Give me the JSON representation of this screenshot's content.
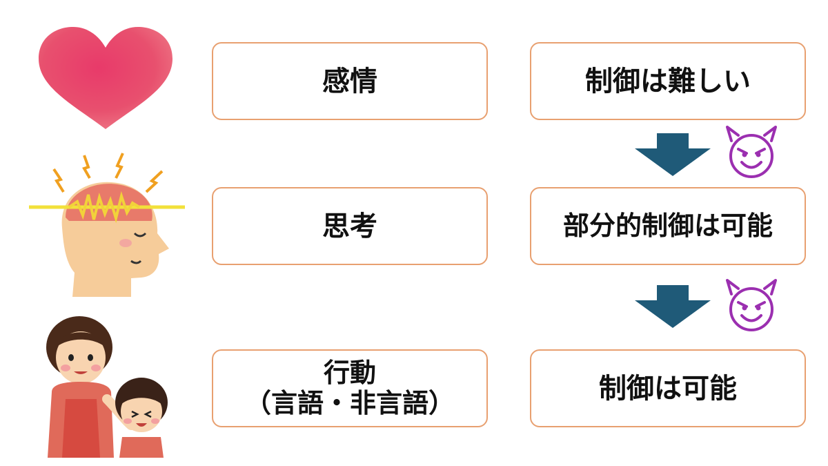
{
  "left_column": {
    "emotion": "感情",
    "thought": "思考",
    "action_line1": "行動",
    "action_line2": "（言語・非言語）"
  },
  "right_column": {
    "hard": "制御は難しい",
    "partial": "部分的制御は可能",
    "possible": "制御は可能"
  },
  "icons": {
    "row1": "heart-icon",
    "row2": "brain-head-icon",
    "row3": "mother-child-icon",
    "devil": "devil-face-icon",
    "arrow": "down-arrow-icon"
  },
  "colors": {
    "box_border": "#e8a070",
    "arrow": "#1f5a78",
    "devil": "#9b2fb0",
    "heart": "#e44a6e"
  }
}
